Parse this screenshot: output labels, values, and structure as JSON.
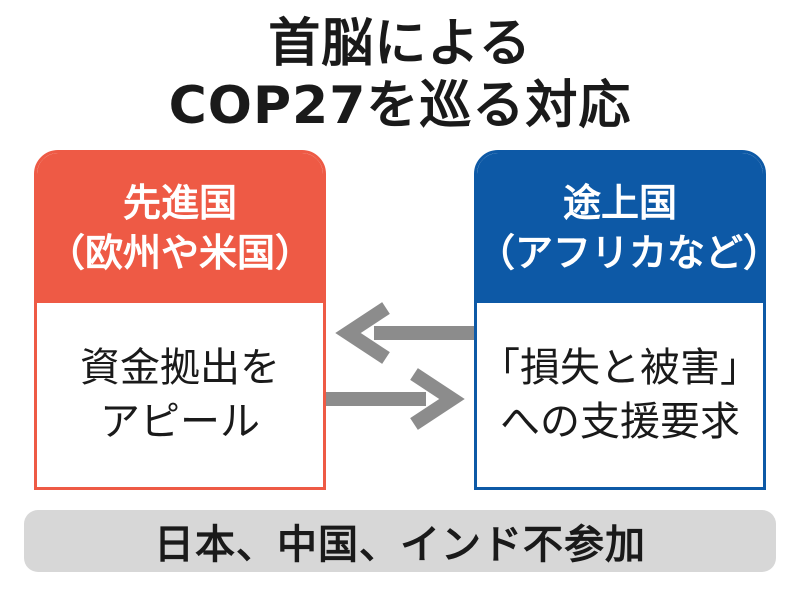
{
  "title": {
    "line1": "首脳による",
    "line2": "COP27を巡る対応"
  },
  "developed": {
    "header_line1": "先進国",
    "header_line2": "（欧州や米国）",
    "body_line1": "資金拠出を",
    "body_line2": "アピール",
    "color": "#ee5a45"
  },
  "developing": {
    "header_line1": "途上国",
    "header_line2": "（アフリカなど）",
    "body_line1": "「損失と被害」",
    "body_line2": "への支援要求",
    "color": "#0d59a6"
  },
  "footer": {
    "text": "日本、中国、インド不参加"
  },
  "arrow_color": "#8c8c8c"
}
